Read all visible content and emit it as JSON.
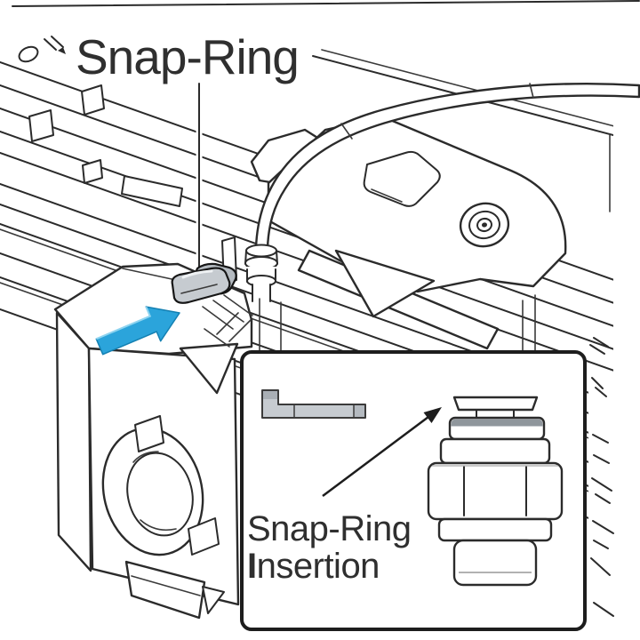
{
  "illustration": {
    "title_label": "Snap-Ring",
    "inset": {
      "caption_line1": "Snap-Ring",
      "caption_line2_initial": "I",
      "caption_line2_rest": "nsertion"
    }
  },
  "icons": {
    "callout_arrow": "blue-3d-arrow-up-right",
    "insertion_arrow": "black-arrow-up-right",
    "leader_line": "vertical-leader-line"
  },
  "colors": {
    "background": "#ffffff",
    "line_art": "#2b2b2b",
    "text": "#2f2f2f",
    "accent_blue": "#2BA4DB",
    "accent_blue_dark": "#1480B2",
    "accent_blue_highlight": "#8ED4F0",
    "part_gray_light": "#c6cbd0",
    "part_gray": "#b4bac0",
    "collet_gray": "#8f969c"
  }
}
